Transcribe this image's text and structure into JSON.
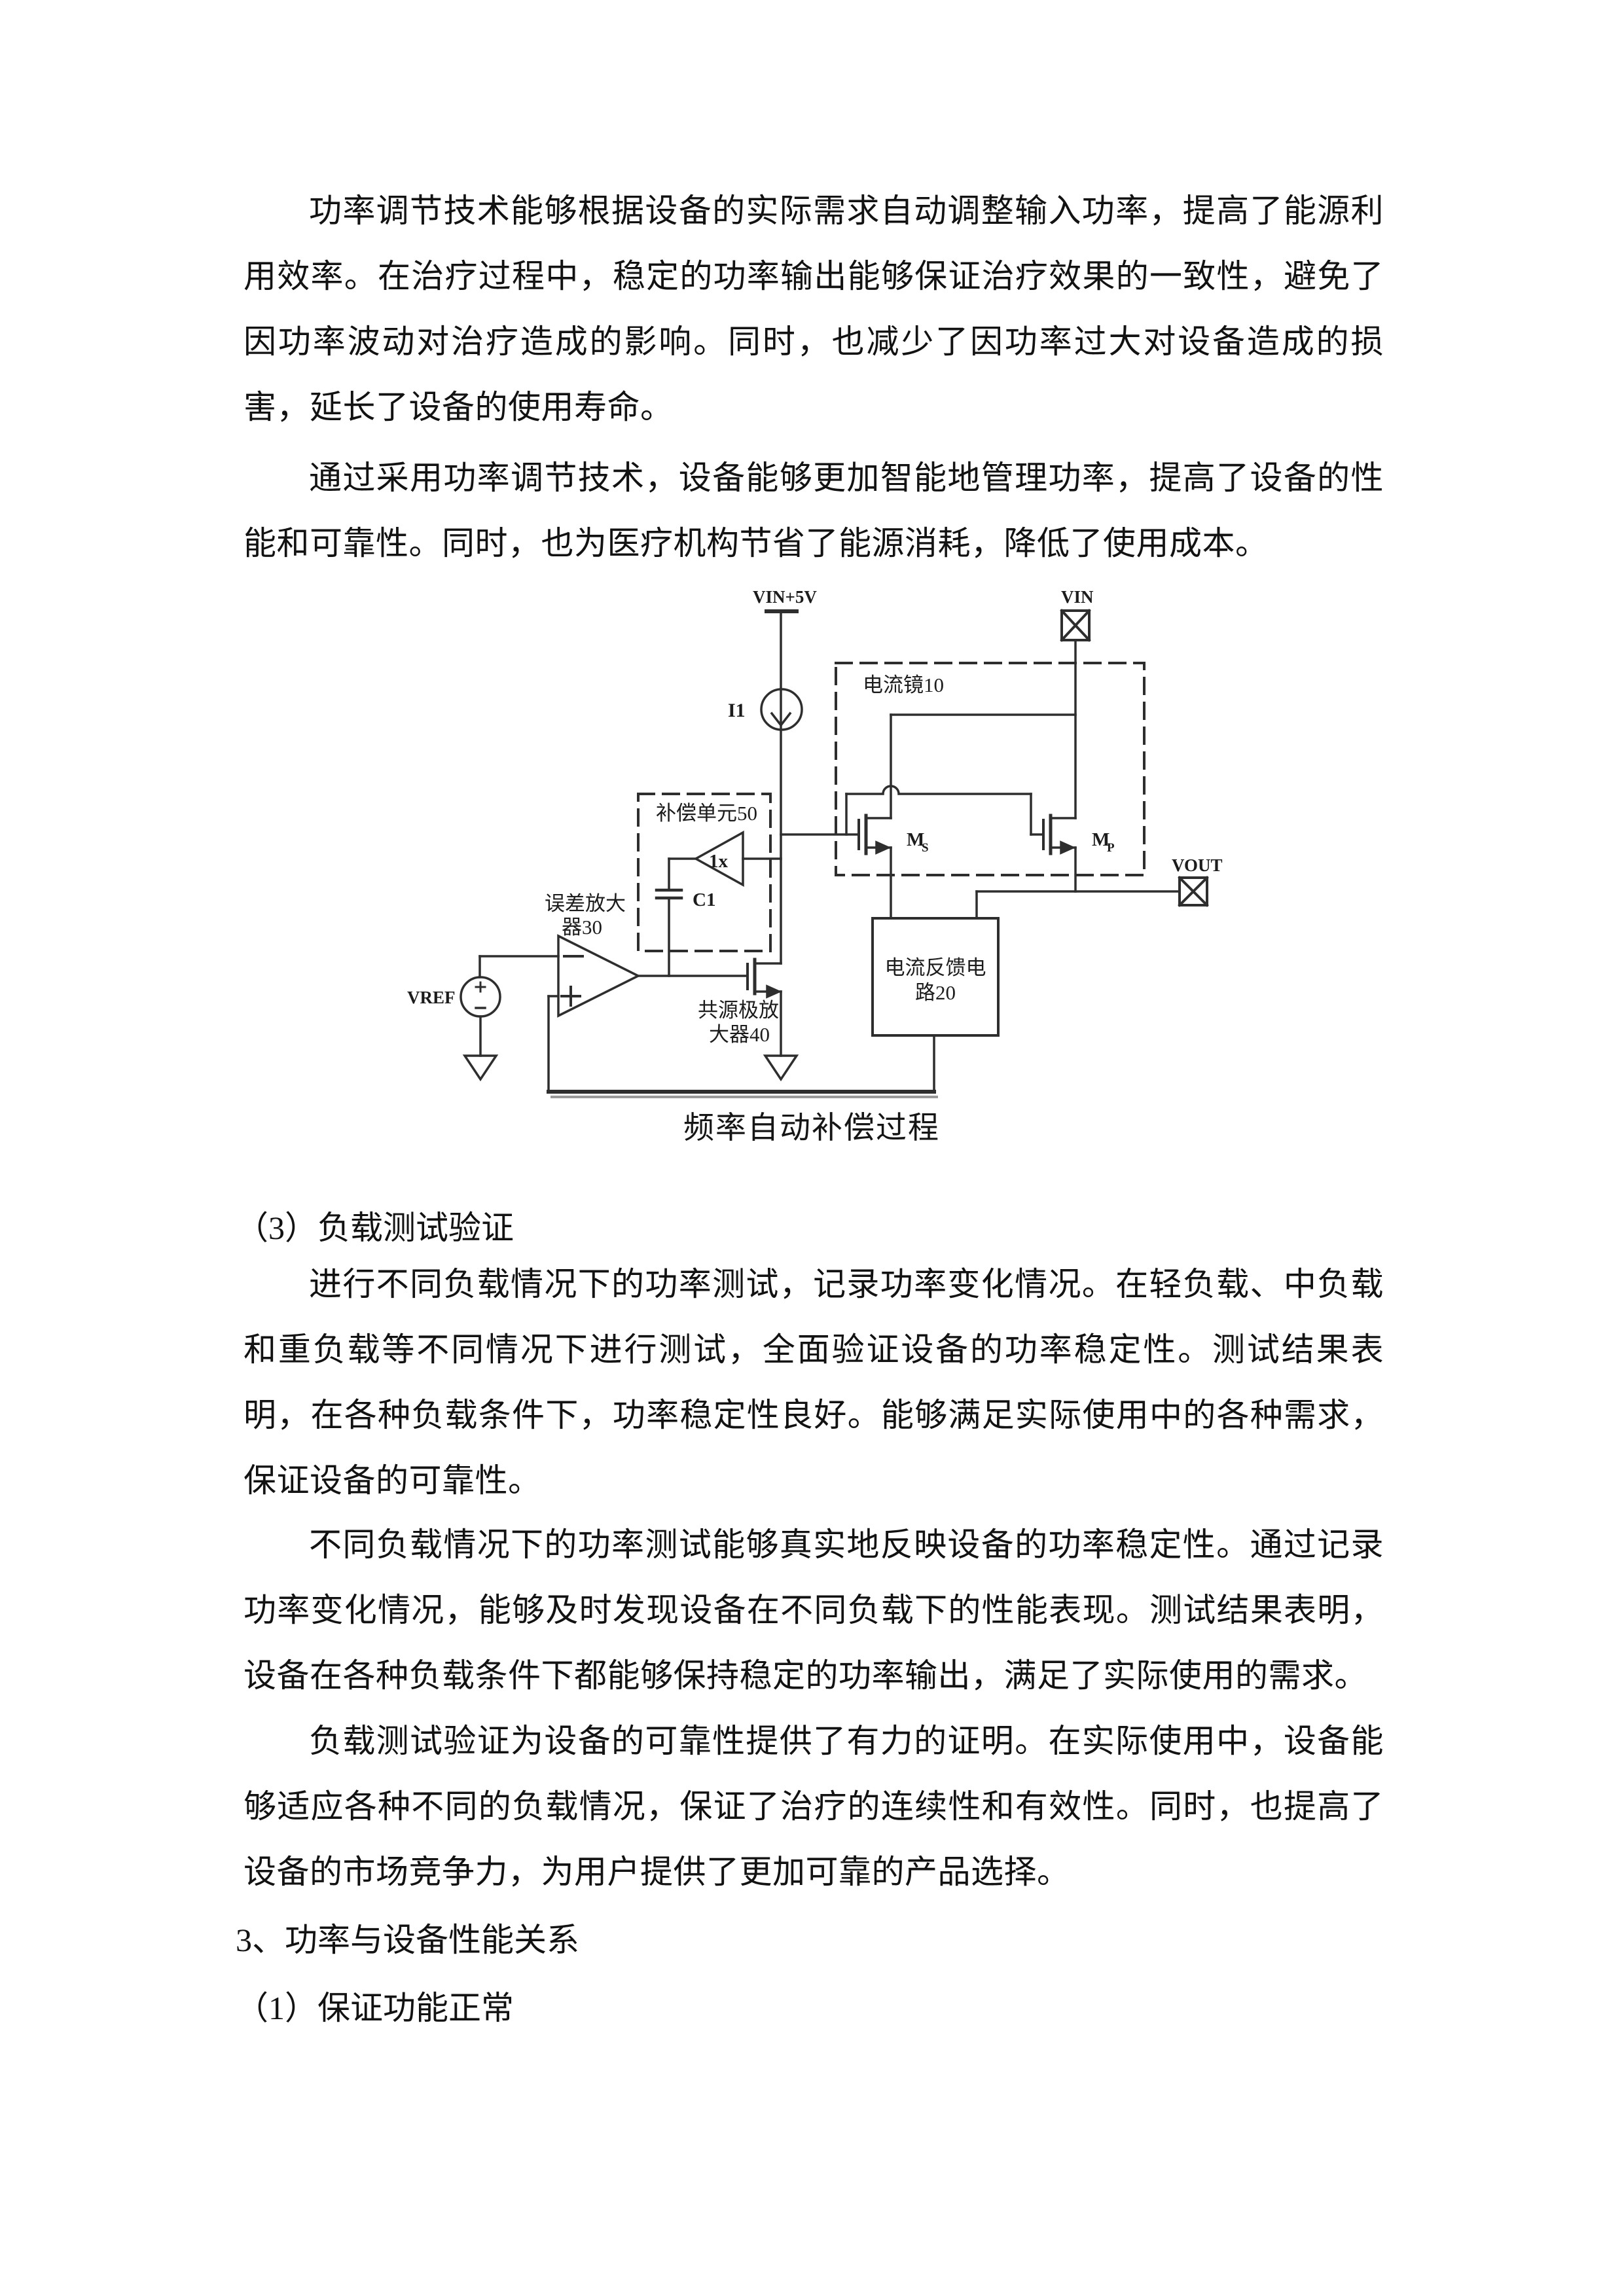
{
  "page": {
    "body": {
      "p1": "功率调节技术能够根据设备的实际需求自动调整输入功率，提高了能源利用效率。在治疗过程中，稳定的功率输出能够保证治疗效果的一致性，避免了因功率波动对治疗造成的影响。同时，也减少了因功率过大对设备造成的损害，延长了设备的使用寿命。",
      "p2": "通过采用功率调节技术，设备能够更加智能地管理功率，提高了设备的性能和可靠性。同时，也为医疗机构节省了能源消耗，降低了使用成本。",
      "p3": "进行不同负载情况下的功率测试，记录功率变化情况。在轻负载、中负载和重负载等不同情况下进行测试，全面验证设备的功率稳定性。测试结果表明，在各种负载条件下，功率稳定性良好。能够满足实际使用中的各种需求，保证设备的可靠性。",
      "p4": "不同负载情况下的功率测试能够真实地反映设备的功率稳定性。通过记录功率变化情况，能够及时发现设备在不同负载下的性能表现。测试结果表明，设备在各种负载条件下都能够保持稳定的功率输出，满足了实际使用的需求。",
      "p5": "负载测试验证为设备的可靠性提供了有力的证明。在实际使用中，设备能够适应各种不同的负载情况，保证了治疗的连续性和有效性。同时，也提高了设备的市场竞争力，为用户提供了更加可靠的产品选择。"
    },
    "headings": {
      "load_test": "（3）负载测试验证",
      "power_perf": "3、功率与设备性能关系",
      "func_normal": "（1）保证功能正常"
    },
    "figure": {
      "caption": "频率自动补偿过程",
      "labels": {
        "vin_5v": "VIN+5V",
        "vin": "VIN",
        "vout": "VOUT",
        "vref": "VREF",
        "i1": "I1",
        "c1": "C1",
        "buffer_gain": "1x",
        "m_s": "M",
        "m_s_sub": "S",
        "m_p": "M",
        "m_p_sub": "P",
        "current_mirror": "电流镜10",
        "compensation_unit": "补偿单元50",
        "error_amp_line1": "误差放大",
        "error_amp_line2": "器30",
        "cs_amp_line1": "共源极放",
        "cs_amp_line2": "大器40",
        "feedback_line1": "电流反馈电",
        "feedback_line2": "路20"
      }
    }
  }
}
